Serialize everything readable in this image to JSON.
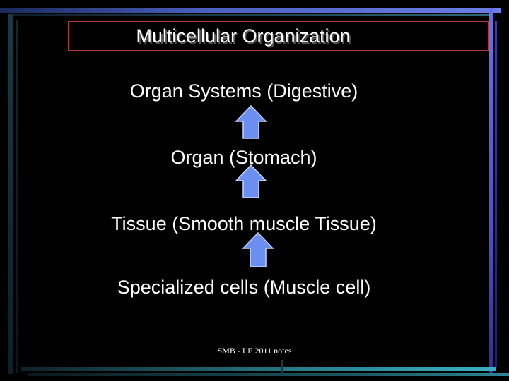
{
  "slide": {
    "title": "Multicellular Organization",
    "levels": [
      "Organ Systems (Digestive)",
      "Organ (Stomach)",
      "Tissue (Smooth muscle Tissue)",
      "Specialized cells (Muscle cell)"
    ],
    "footer": "SMB - LE 2011 notes"
  },
  "colors": {
    "background": "#000000",
    "text": "#ffffff",
    "arrow_fill": "#6b8ff0",
    "arrow_stroke": "#c8d6ff",
    "title_border": "#b33a3a"
  },
  "icons": {
    "arrow": "up-arrow-icon"
  }
}
